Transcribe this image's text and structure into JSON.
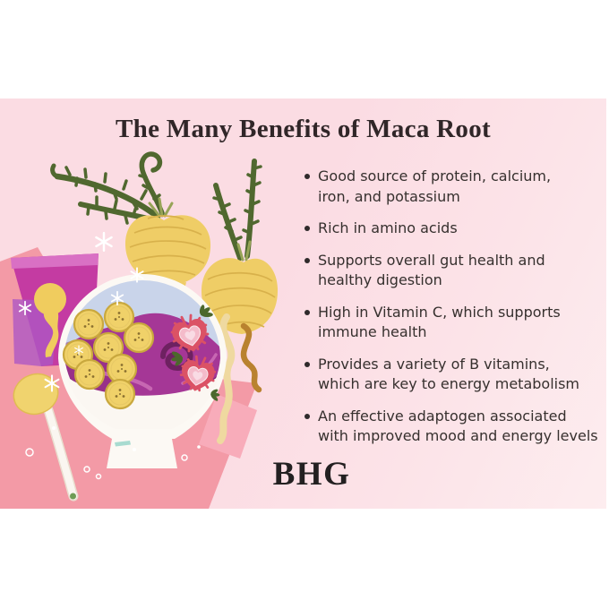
{
  "title": "The Many Benefits of Maca Root",
  "benefits": [
    {
      "lines": [
        "Good source of protein, calcium,",
        "iron, and potassium"
      ]
    },
    {
      "lines": [
        "Rich in amino acids",
        ""
      ]
    },
    {
      "lines": [
        "Supports overall gut health and",
        "healthy digestion"
      ]
    },
    {
      "lines": [
        "High in Vitamin C, which supports",
        "immune health"
      ]
    },
    {
      "lines": [
        "Provides a variety of B vitamins,",
        "which are key to energy metabolism"
      ]
    },
    {
      "lines": [
        "An effective adaptogen associated",
        "with improved mood and energy levels"
      ]
    }
  ],
  "brand": "BHG",
  "illustration": {
    "elements": [
      "maca-root",
      "maca-leaves",
      "smoothie-bowl",
      "banana-slices",
      "strawberry-halves",
      "maca-powder-bag",
      "wooden-spoon",
      "placemat",
      "napkin",
      "sparkles"
    ]
  },
  "colors": {
    "page_background": "#FFFFFF",
    "panel_background": "#FBDCE3",
    "title_text": "#302628",
    "body_text": "#36302E",
    "brand_text": "#232021",
    "placemat": "#F39AA6",
    "napkin": "#F8ACBA",
    "bag": "#C43BA2",
    "root_yellow": "#EFCD66",
    "leaf_green": "#50682F",
    "bowl_interior": "#C9D4EA",
    "smoothie": "#A53796",
    "banana": "#F0D169",
    "strawberry": "#DB5265",
    "spoon": "#F0D36E"
  }
}
